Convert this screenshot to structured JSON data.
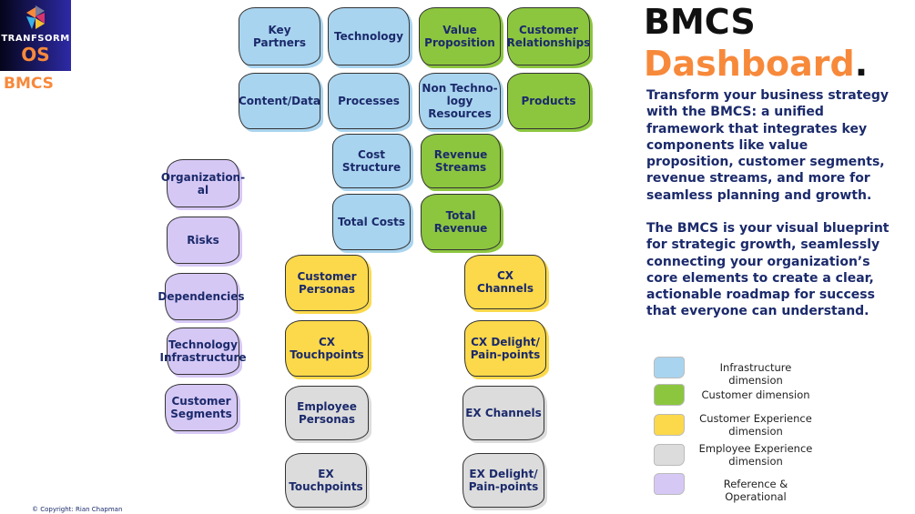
{
  "logo": {
    "brand": "TRANFSORM",
    "os": "OS",
    "subtitle": "BMCS"
  },
  "header": {
    "title": "BMCS",
    "subtitle": "Dashboard",
    "dot": "."
  },
  "description": [
    "Transform your business strategy with the BMCS: a unified framework that integrates key components like value proposition, customer segments, revenue streams, and more for seamless planning and growth.",
    "The BMCS is your visual blueprint for strategic growth, seamlessly connecting your organization’s core elements to create a clear, actionable roadmap for success that everyone can understand."
  ],
  "colors": {
    "infrastructure": "#a9d4ef",
    "customer": "#8cc63f",
    "cx": "#fcd94a",
    "ex": "#dcdcdc",
    "reference": "#d6c8f5",
    "accent": "#f7893b",
    "text": "#1b2a6b"
  },
  "blocks": [
    {
      "label": "Key Partners",
      "type": "infrastructure"
    },
    {
      "label": "Technology",
      "type": "infrastructure"
    },
    {
      "label": "Value Proposition",
      "type": "customer"
    },
    {
      "label": "Customer Relationships",
      "type": "customer"
    },
    {
      "label": "Content/Data",
      "type": "infrastructure"
    },
    {
      "label": "Processes",
      "type": "infrastructure"
    },
    {
      "label": "Non Techno-logy Resources",
      "type": "infrastructure"
    },
    {
      "label": "Products",
      "type": "customer"
    },
    {
      "label": "Cost Structure",
      "type": "infrastructure"
    },
    {
      "label": "Revenue Streams",
      "type": "customer"
    },
    {
      "label": "Total Costs",
      "type": "infrastructure"
    },
    {
      "label": "Total Revenue",
      "type": "customer"
    },
    {
      "label": "Organization-al",
      "type": "reference"
    },
    {
      "label": "Risks",
      "type": "reference"
    },
    {
      "label": "Dependencies",
      "type": "reference"
    },
    {
      "label": "Technology Infrastructure",
      "type": "reference"
    },
    {
      "label": "Customer Segments",
      "type": "reference"
    },
    {
      "label": "Customer Personas",
      "type": "cx"
    },
    {
      "label": "CX Channels",
      "type": "cx"
    },
    {
      "label": "CX Touchpoints",
      "type": "cx"
    },
    {
      "label": "CX Delight/ Pain-points",
      "type": "cx"
    },
    {
      "label": "Employee Personas",
      "type": "ex"
    },
    {
      "label": "EX Channels",
      "type": "ex"
    },
    {
      "label": "EX Touchpoints",
      "type": "ex"
    },
    {
      "label": "EX Delight/ Pain-points",
      "type": "ex"
    }
  ],
  "legend": [
    {
      "label": "Infrastructure dimension",
      "type": "infrastructure"
    },
    {
      "label": "Customer dimension",
      "type": "customer"
    },
    {
      "label": "Customer Experience dimension",
      "type": "cx"
    },
    {
      "label": "Employee Experience dimension",
      "type": "ex"
    },
    {
      "label": "Reference & Operational",
      "type": "reference"
    }
  ],
  "copyright": "© Copyright: Rian Chapman"
}
